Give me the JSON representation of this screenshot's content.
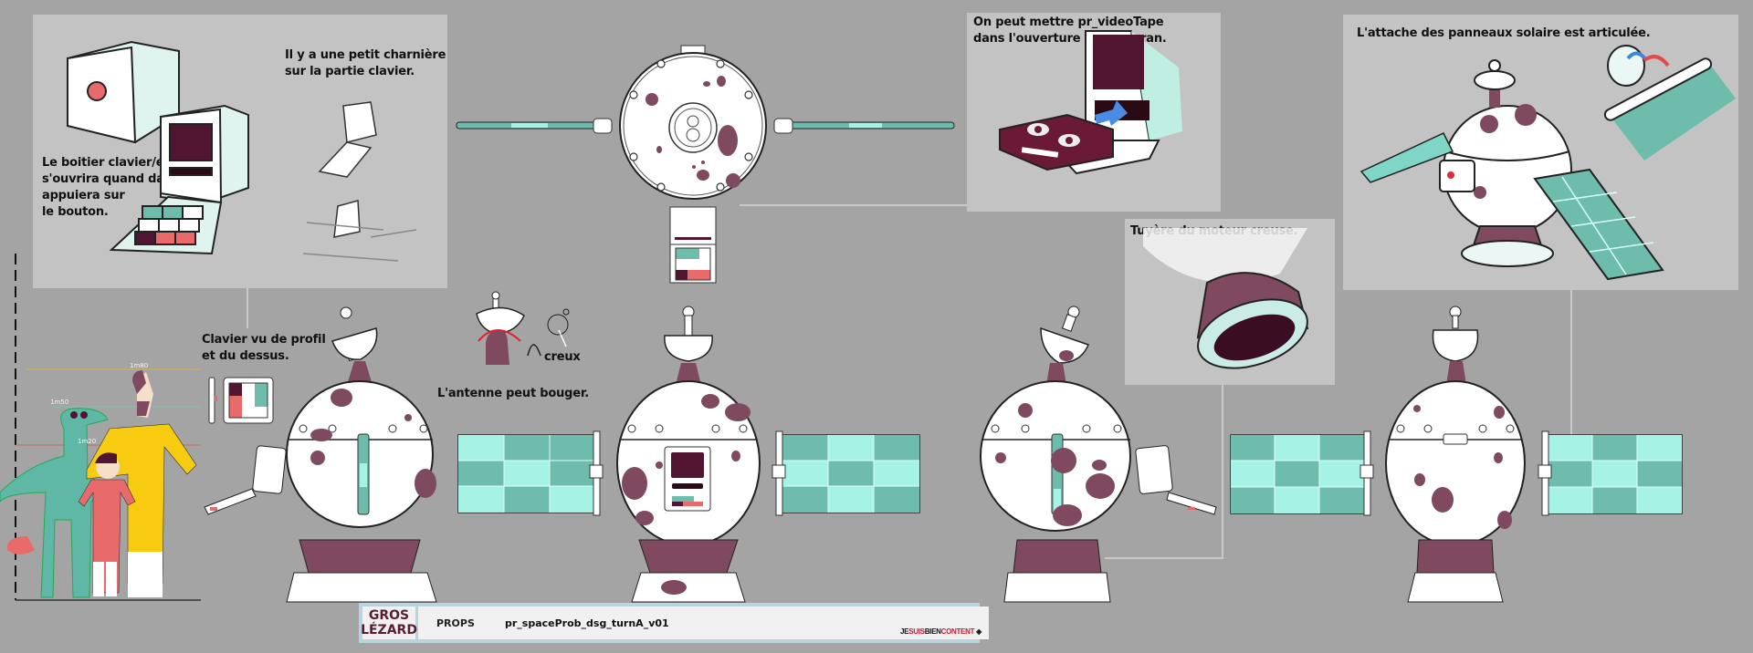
{
  "document": {
    "type": "model sheet / turnaround",
    "subject": "space probe prop"
  },
  "notes": {
    "keyboard_hinge": "Il y a une petit charnière\nsur la partie clavier.",
    "keyboard_open": "Le boitier clavier/écran\ns'ouvrira quand dad\nappuiera sur\nle bouton.",
    "videotape": "On peut mettre pr_videoTape\ndans l'ouverture sous l'écran.",
    "solar_joint": "L'attache des panneaux solaire est articulée.",
    "nozzle": "Tuyère du moteur creuse.",
    "keyboard_views": "Clavier vu de profil\net du dessus.",
    "antenna": "L'antenne peut bouger.",
    "hollow": "creux"
  },
  "height_scale": {
    "labels": [
      "1m80",
      "1m50",
      "1m20"
    ]
  },
  "characters": [
    "lizard",
    "dad",
    "girl"
  ],
  "views": [
    "top",
    "left-side",
    "front",
    "right-side",
    "back"
  ],
  "footer": {
    "brand_line1": "GROS",
    "brand_line2": "LÉZARD",
    "category": "PROPS",
    "filename": "pr_spaceProb_dsg_turnA_v01",
    "studio_a": "JE",
    "studio_b": "SUIS",
    "studio_c": "BIEN",
    "studio_d": "CONTENT"
  },
  "colors": {
    "background": "#a4a4a4",
    "panel": "#c3c3c3",
    "hull": "#ffffff",
    "spots": "#7f4a60",
    "dark_maroon": "#501530",
    "teal_dark": "#6dbcac",
    "teal_light": "#a6f2e4",
    "coral": "#e86a6a",
    "yellow": "#f6cb10",
    "footer_border": "#b9d3df"
  }
}
